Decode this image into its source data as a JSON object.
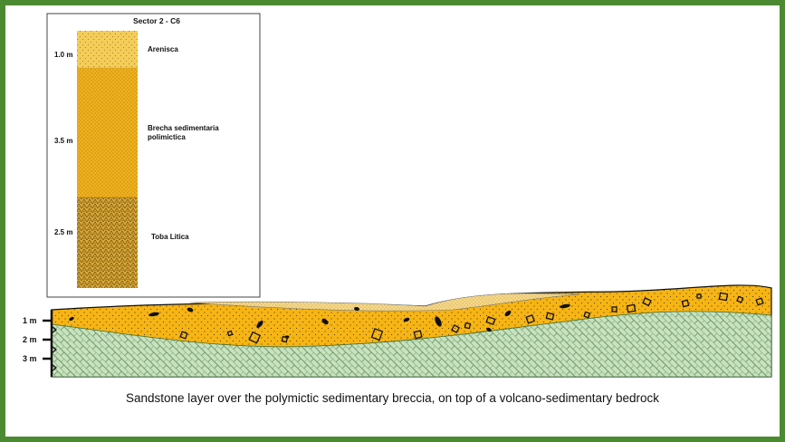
{
  "column": {
    "title": "Sector 2 - C6",
    "layers": [
      {
        "thickness": "1.0 m",
        "name": "Arenisca"
      },
      {
        "thickness": "3.5 m",
        "name_line1": "Brecha sedimentaria",
        "name_line2": "polimictica"
      },
      {
        "thickness": "2.5 m",
        "name": "Toba Litica"
      }
    ]
  },
  "depth_scale": [
    "1 m",
    "2 m",
    "3 m"
  ],
  "caption": "Sandstone layer over the polymictic sedimentary breccia, on top of a volcano-sedimentary bedrock",
  "colors": {
    "frame": "#4c8a32",
    "sandstone": "#f2c94a",
    "breccia": "#f0b21c",
    "tuff": "#c8961e",
    "bedrock": "#c8e2bf",
    "bedrock_lines": "#6f9a68"
  }
}
